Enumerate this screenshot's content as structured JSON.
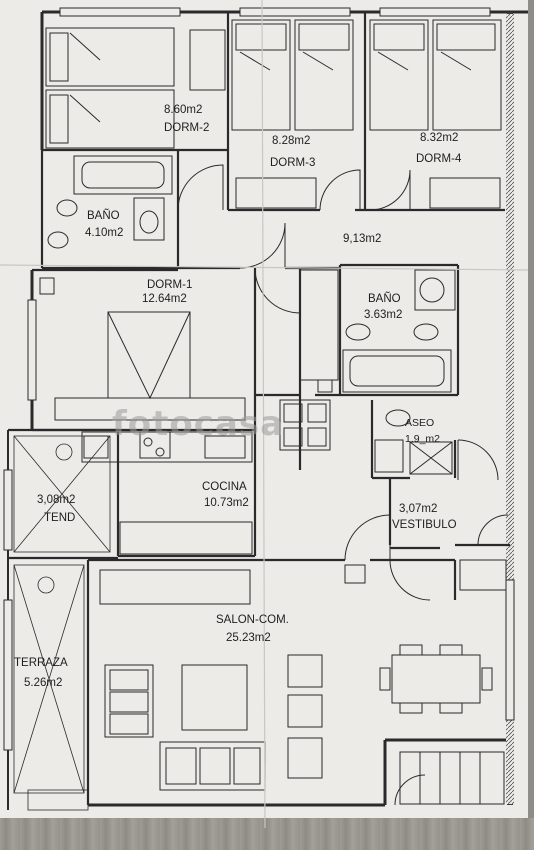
{
  "rooms": {
    "dorm2": {
      "area": "8.60m2",
      "name": "DORM-2"
    },
    "dorm3": {
      "area": "8.28m2",
      "name": "DORM-3"
    },
    "dorm4": {
      "area": "8.32m2",
      "name": "DORM-4"
    },
    "bano1": {
      "name": "BAÑO",
      "area": "4.10m2"
    },
    "hall": {
      "area": "9,13m2"
    },
    "dorm1": {
      "name": "DORM-1",
      "area": "12.64m2"
    },
    "bano2": {
      "name": "BAÑO",
      "area": "3.63m2"
    },
    "aseo": {
      "name": "ASEO",
      "area": "1.9_m2"
    },
    "tend": {
      "area": "3,08m2",
      "name": "TEND"
    },
    "cocina": {
      "name": "COCINA",
      "area": "10.73m2"
    },
    "vestibulo": {
      "area": "3,07m2",
      "name": "VESTIBULO"
    },
    "salon": {
      "name": "SALON-COM.",
      "area": "25.23m2"
    },
    "terraza": {
      "name": "TERRAZA",
      "area": "5.26m2"
    }
  },
  "watermark": {
    "text": "fotocasa"
  },
  "colors": {
    "line": "#2a2a2a",
    "paper": "#ecebe8",
    "background": "#8f8d88"
  }
}
